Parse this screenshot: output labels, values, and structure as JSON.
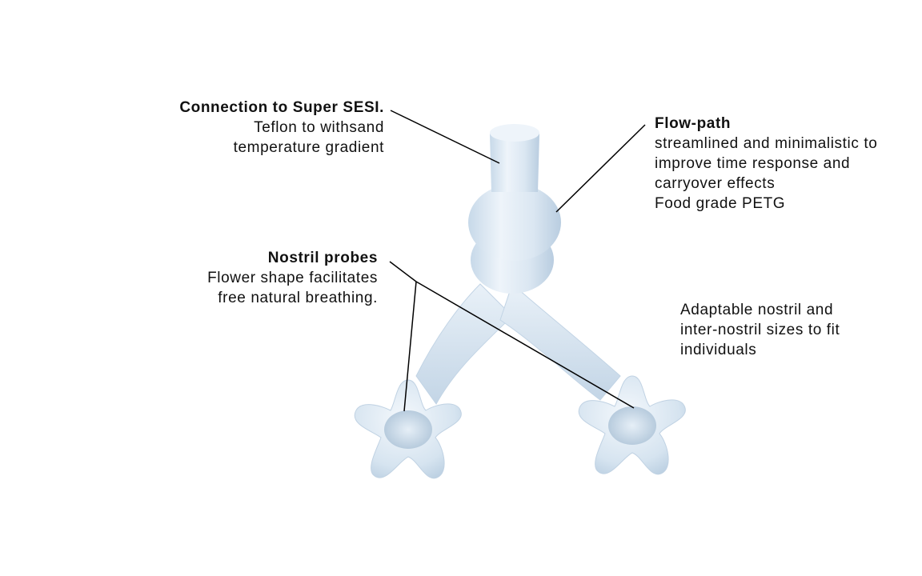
{
  "labels": {
    "connection": {
      "title": "Connection to Super SESI.",
      "lines": [
        "Teflon to withsand",
        "temperature gradient"
      ]
    },
    "flow_path": {
      "title": "Flow-path",
      "lines": [
        "streamlined and minimalistic to",
        "improve time response and",
        "carryover effects",
        "Food grade PETG"
      ]
    },
    "nostril": {
      "title": "Nostril probes",
      "lines": [
        "Flower shape facilitates",
        "free natural breathing."
      ]
    },
    "adaptable": {
      "lines": [
        "Adaptable nostril and",
        "inter-nostril sizes to fit",
        "individuals"
      ]
    }
  },
  "colors": {
    "part_fill": "#dde9f3",
    "part_shadow": "#bcd0e2",
    "part_highlight": "#f4f8fc",
    "leader_line": "#000000"
  }
}
